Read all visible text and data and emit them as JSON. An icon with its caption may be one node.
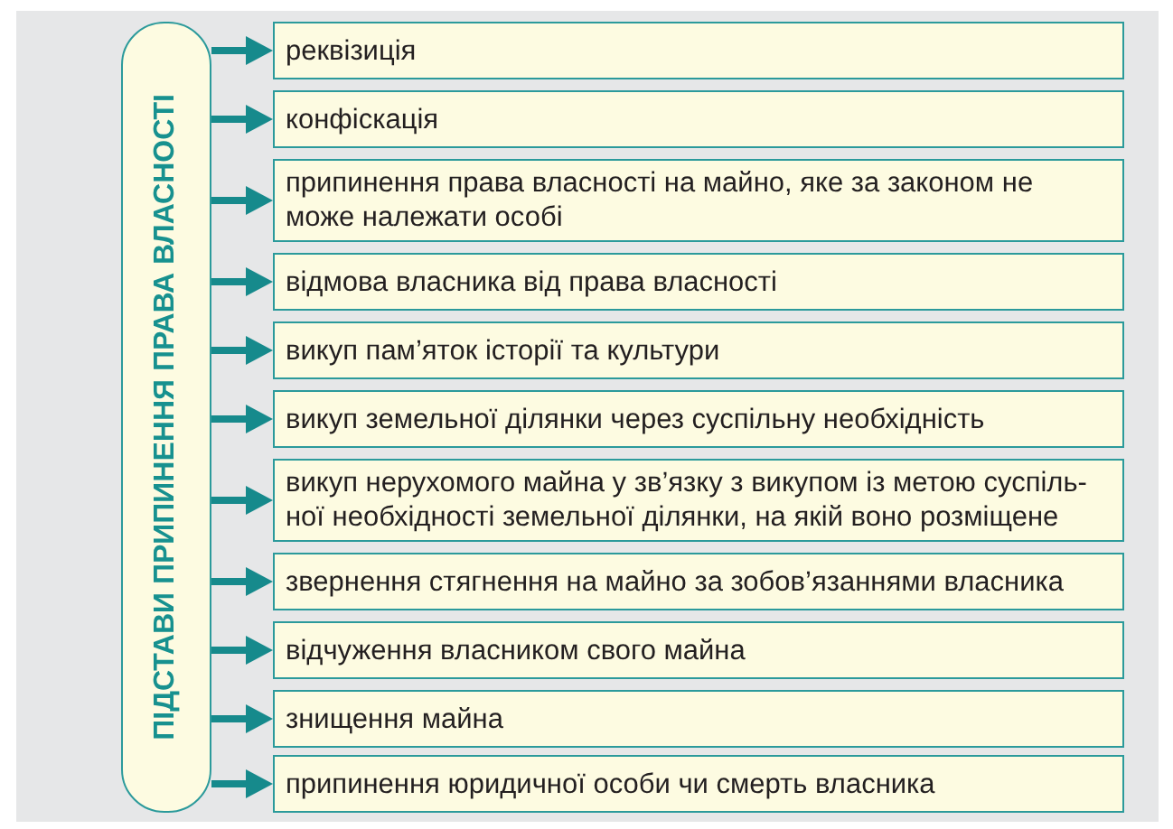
{
  "diagram": {
    "nodes": [
      {
        "text": [
          "ПІДСТАВИ ПРИПИНЕННЯ ПРАВА ВЛАСНОСТІ"
        ]
      },
      {
        "text": [
          "реквізиція"
        ]
      },
      {
        "text": [
          "конфіскація"
        ]
      },
      {
        "text": [
          "припинення права власності на майно, яке за законом не може належати особі"
        ]
      },
      {
        "text": [
          "відмова власника від права власності"
        ]
      },
      {
        "text": [
          "викуп пам’яток історії та культури"
        ]
      },
      {
        "text": [
          "викуп земельної ділянки через суспільну необхідність"
        ]
      },
      {
        "text": [
          "викуп нерухомого майна у зв’язку з викупом із метою суспіль-ної необхідності земельної ділянки, на якій воно розміщене"
        ]
      },
      {
        "text": [
          "звернення стягнення на майно за зобов’язаннями власника"
        ]
      },
      {
        "text": [
          "відчуження власником свого майна"
        ]
      },
      {
        "text": [
          "знищення майна"
        ]
      },
      {
        "text": [
          "припинення юридичної особи чи смерть власника"
        ]
      }
    ],
    "edges": [
      {
        "from": 0,
        "to": 1,
        "arrow": "to"
      },
      {
        "from": 0,
        "to": 2,
        "arrow": "to"
      },
      {
        "from": 0,
        "to": 3,
        "arrow": "to"
      },
      {
        "from": 0,
        "to": 4,
        "arrow": "to"
      },
      {
        "from": 0,
        "to": 5,
        "arrow": "to"
      },
      {
        "from": 0,
        "to": 6,
        "arrow": "to"
      },
      {
        "from": 0,
        "to": 7,
        "arrow": "to"
      },
      {
        "from": 0,
        "to": 8,
        "arrow": "to"
      },
      {
        "from": 0,
        "to": 9,
        "arrow": "to"
      },
      {
        "from": 0,
        "to": 10,
        "arrow": "to"
      },
      {
        "from": 0,
        "to": 11,
        "arrow": "to"
      }
    ]
  }
}
